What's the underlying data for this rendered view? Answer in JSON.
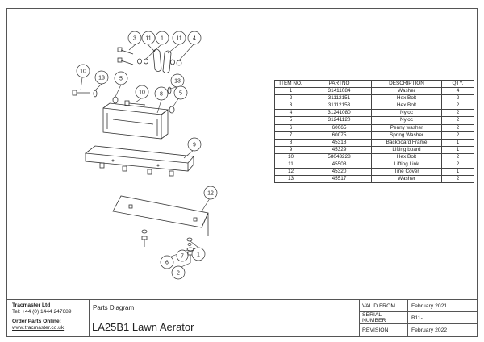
{
  "parts_table": {
    "headers": [
      "ITEM NO.",
      "PARTNO",
      "DESCRIPTION",
      "QTY."
    ],
    "rows": [
      [
        "1",
        "31411084",
        "Washer",
        "4"
      ],
      [
        "2",
        "31112151",
        "Hex Bolt",
        "2"
      ],
      [
        "3",
        "31112153",
        "Hex Bolt",
        "2"
      ],
      [
        "4",
        "31241080",
        "Nyloc",
        "2"
      ],
      [
        "5",
        "31241120",
        "Nyloc",
        "2"
      ],
      [
        "6",
        "60065",
        "Penny washer",
        "2"
      ],
      [
        "7",
        "60075",
        "Spring Washer",
        "2"
      ],
      [
        "8",
        "45318",
        "Backboard Frame",
        "1"
      ],
      [
        "9",
        "45329",
        "Lifting board",
        "1"
      ],
      [
        "10",
        "58043228",
        "Hex Bolt",
        "2"
      ],
      [
        "11",
        "45508",
        "Lifting Link",
        "2"
      ],
      [
        "12",
        "45320",
        "Tine Cover",
        "1"
      ],
      [
        "13",
        "45517",
        "Washer",
        "2"
      ]
    ]
  },
  "balloons": [
    "3",
    "11",
    "1",
    "11",
    "4",
    "10",
    "13",
    "5",
    "10",
    "8",
    "13",
    "5",
    "9",
    "12",
    "1",
    "7",
    "6",
    "2"
  ],
  "footer": {
    "company_name": "Tracmaster Ltd",
    "company_tel": "Tel: +44 (0) 1444 247689",
    "order_label": "Order  Parts Online:",
    "website": "www.tracmaster.co.uk",
    "subtitle": "Parts Diagram",
    "title": "LA25B1 Lawn Aerator",
    "meta": [
      {
        "label": "VALID FROM",
        "value": "February 2021"
      },
      {
        "label": "SERIAL NUMBER",
        "value": "B11-"
      },
      {
        "label": "REVISION",
        "value": "February 2022"
      }
    ]
  }
}
